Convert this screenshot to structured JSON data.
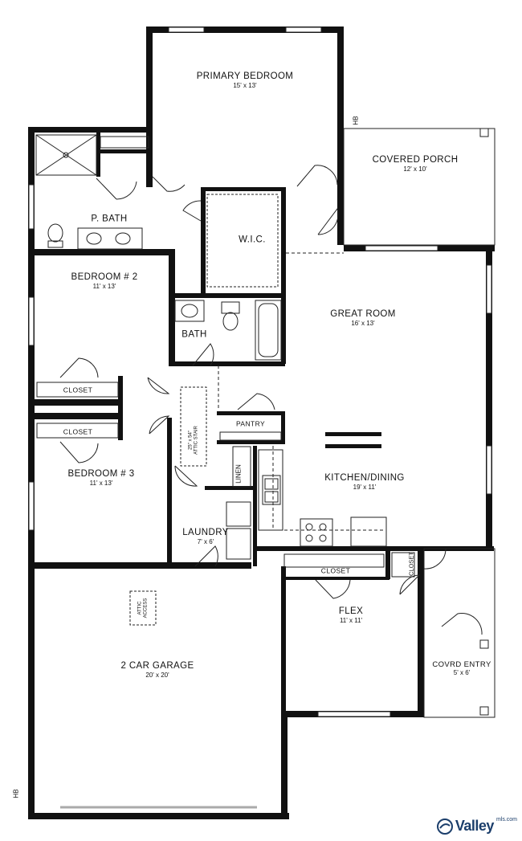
{
  "rooms": {
    "primary_bedroom": {
      "name": "PRIMARY BEDROOM",
      "dims": "15' x 13'"
    },
    "covered_porch": {
      "name": "COVERED PORCH",
      "dims": "12' x 10'"
    },
    "p_bath": {
      "name": "P. BATH"
    },
    "wic": {
      "name": "W.I.C."
    },
    "bedroom2": {
      "name": "BEDROOM # 2",
      "dims": "11' x 13'"
    },
    "great_room": {
      "name": "GREAT ROOM",
      "dims": "16' x 13'"
    },
    "bath": {
      "name": "BATH"
    },
    "closet_a": {
      "name": "CLOSET"
    },
    "closet_b": {
      "name": "CLOSET"
    },
    "pantry": {
      "name": "PANTRY"
    },
    "kitchen_dining": {
      "name": "KITCHEN/DINING",
      "dims": "19' x 11'"
    },
    "bedroom3": {
      "name": "BEDROOM # 3",
      "dims": "11' x 13'"
    },
    "linen": {
      "name": "LINEN"
    },
    "attic_stair": {
      "name": "25\" x 54\"",
      "sub": "ATTIC STAIR"
    },
    "laundry": {
      "name": "LAUNDRY",
      "dims": "7' x 6'"
    },
    "closet_flex": {
      "name": "CLOSET"
    },
    "closet_entry": {
      "name": "CLOSET"
    },
    "flex": {
      "name": "FLEX",
      "dims": "11' x 11'"
    },
    "garage": {
      "name": "2 CAR GARAGE",
      "dims": "20' x 20'"
    },
    "attic_access": {
      "name": "ATTIC",
      "sub": "ACCESS"
    },
    "covrd_entry": {
      "name": "COVRD ENTRY",
      "dims": "5' x 6'"
    }
  },
  "markers": {
    "hose_bib_top": "HB",
    "hose_bib_bottom": "HB"
  },
  "branding": {
    "logo_word": "Valley",
    "logo_sup": "mls.com"
  }
}
